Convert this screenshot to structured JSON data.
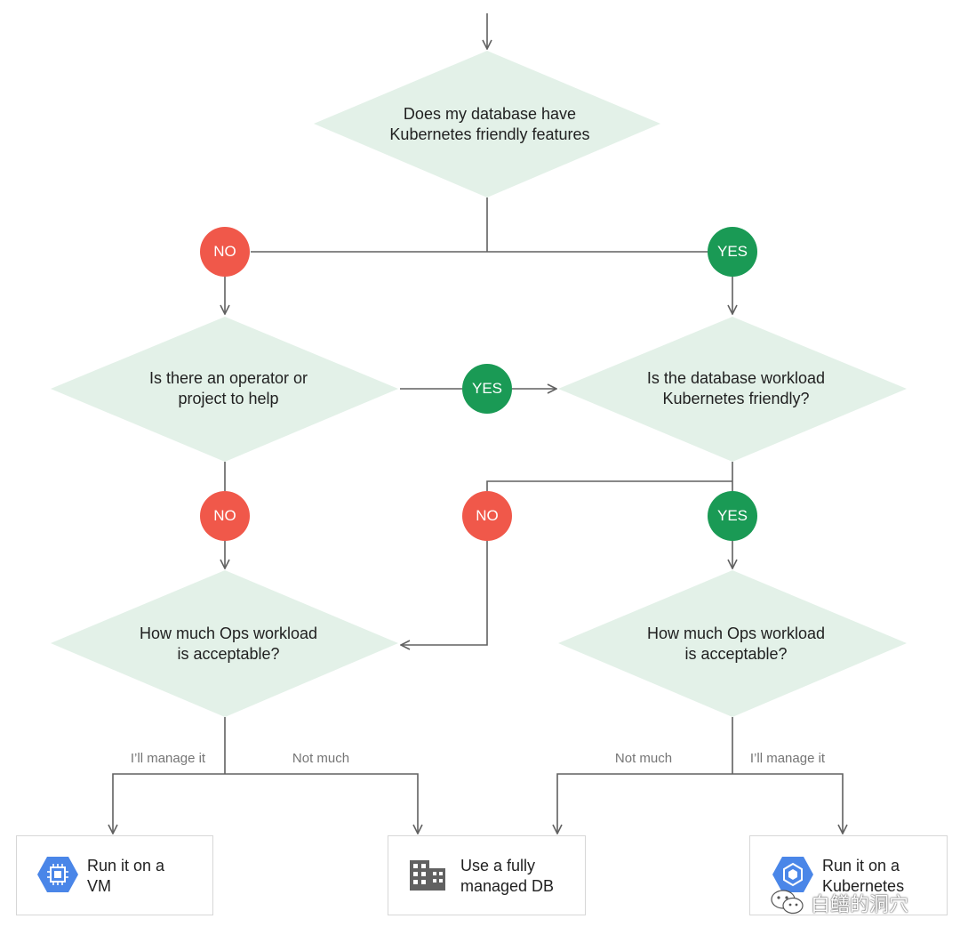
{
  "decisions": {
    "top": {
      "line1": "Does my database have",
      "line2": "Kubernetes friendly features"
    },
    "operator": {
      "line1": "Is there an operator or",
      "line2": "project to help"
    },
    "workload_friendly": {
      "line1": "Is the database workload",
      "line2": "Kubernetes friendly?"
    },
    "ops_left": {
      "line1": "How much Ops workload",
      "line2": "is acceptable?"
    },
    "ops_right": {
      "line1": "How much Ops workload",
      "line2": "is acceptable?"
    }
  },
  "answers": {
    "no_1": "NO",
    "yes_1": "YES",
    "yes_middle": "YES",
    "no_2": "NO",
    "no_3": "NO",
    "yes_2": "YES"
  },
  "edge_labels": {
    "left_manage": "I’ll manage it",
    "left_not_much": "Not much",
    "right_not_much": "Not much",
    "right_manage": "I’ll manage it"
  },
  "outcomes": {
    "vm": {
      "line1": "Run it on a",
      "line2": "VM",
      "icon": "compute-engine-icon"
    },
    "managed": {
      "line1": "Use a fully",
      "line2": "managed DB",
      "icon": "building-icon"
    },
    "kubernetes": {
      "line1": "Run it on a",
      "line2": "Kubernetes",
      "icon": "kubernetes-engine-icon"
    }
  },
  "watermark": "白鳝的洞穴",
  "colors": {
    "diamond": "#e3f1e8",
    "no": "#f0584a",
    "yes": "#1a9a55",
    "line": "#616161",
    "gcp_blue": "#4a86e8"
  }
}
